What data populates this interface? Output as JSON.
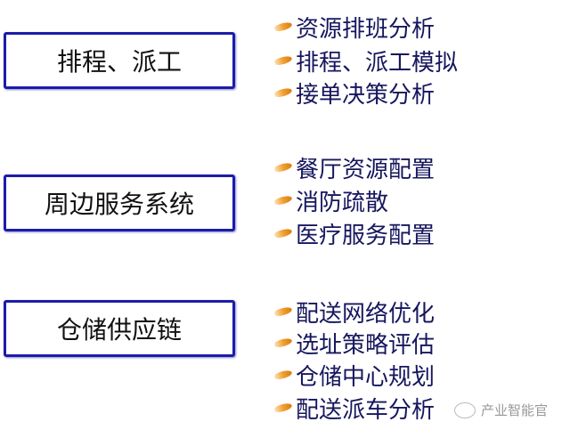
{
  "groups": [
    {
      "title": "排程、派工",
      "items": [
        "资源排班分析",
        "排程、派工模拟",
        "接单决策分析"
      ]
    },
    {
      "title": "周边服务系统",
      "items": [
        "餐厅资源配置",
        "消防疏散",
        "医疗服务配置"
      ]
    },
    {
      "title": "仓储供应链",
      "items": [
        "配送网络优化",
        "选址策略评估",
        "仓储中心规划",
        "配送派车分析"
      ]
    }
  ],
  "watermark": "产业智能官"
}
